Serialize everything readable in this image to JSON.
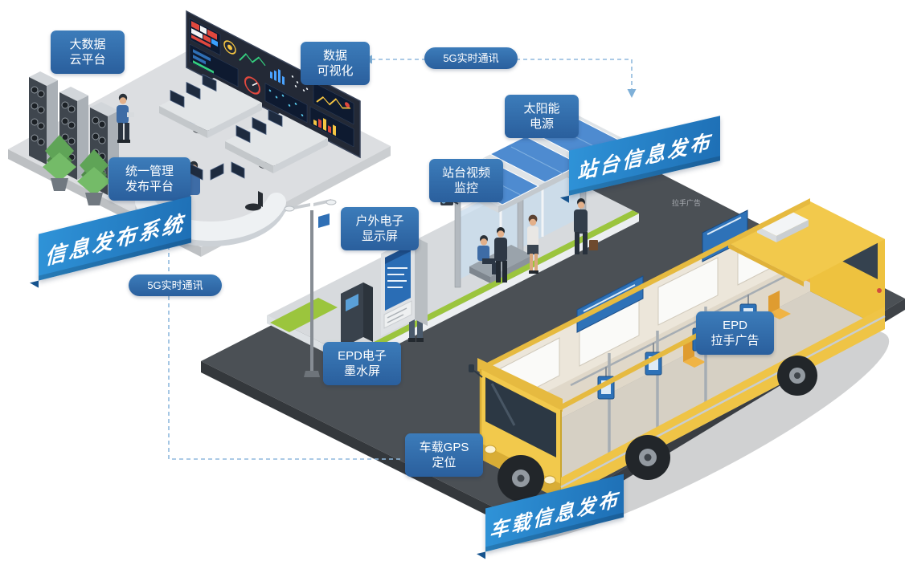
{
  "callouts": {
    "big_data_cloud": {
      "lines": [
        "大数据",
        "云平台"
      ]
    },
    "data_visualization": {
      "lines": [
        "数据",
        "可视化"
      ]
    },
    "unified_platform": {
      "lines": [
        "统一管理",
        "发布平台"
      ]
    },
    "solar_power": {
      "lines": [
        "太阳能",
        "电源"
      ]
    },
    "station_video": {
      "lines": [
        "站台视频",
        "监控"
      ]
    },
    "outdoor_display": {
      "lines": [
        "户外电子",
        "显示屏"
      ]
    },
    "epd_ink_screen": {
      "lines": [
        "EPD电子",
        "墨水屏"
      ]
    },
    "epd_handle_ad": {
      "lines": [
        "EPD",
        "拉手广告"
      ]
    },
    "vehicle_gps": {
      "lines": [
        "车载GPS",
        "定位"
      ]
    },
    "link_5g_top": "5G实时通讯",
    "link_5g_left": "5G实时通讯"
  },
  "banners": {
    "info_publish_system": "信息发布系统",
    "station_info_publish": "站台信息发布",
    "vehicle_info_publish": "车载信息发布"
  },
  "watermark": "拉手广告",
  "colors": {
    "callout_blue_top": "#3c7cba",
    "callout_blue_bottom": "#2a5f9d",
    "banner_blue": "#2585cb",
    "link_dash_blue": "#8fb9de",
    "bus_yellow": "#f2c94c",
    "solar_panel_blue": "#4e8bd0",
    "grass_green": "#9bc53d",
    "road_gray": "#4b5055"
  }
}
